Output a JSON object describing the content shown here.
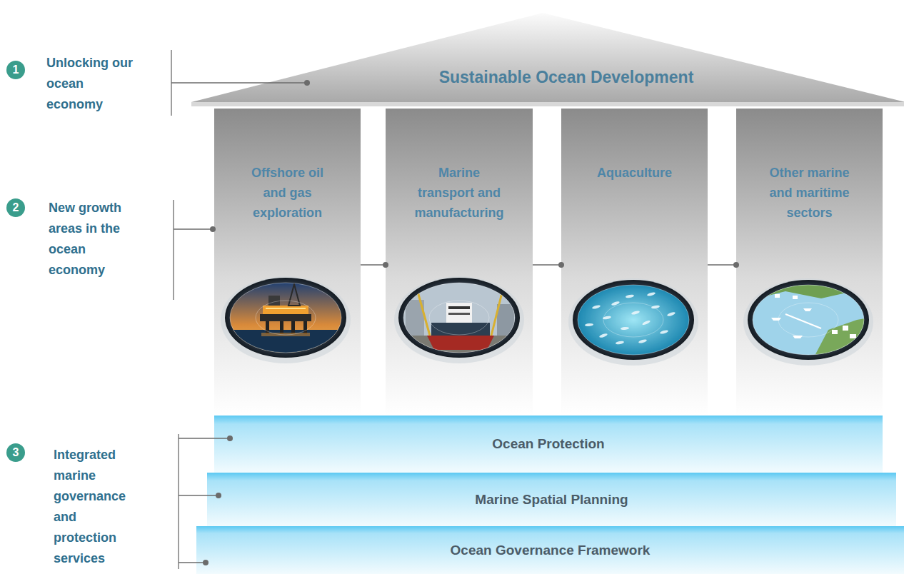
{
  "diagram": {
    "nodes": [
      {
        "text": [
          "1",
          "Unlocking our ocean economy"
        ]
      },
      {
        "text": [
          "Sustainable Ocean Development"
        ]
      },
      {
        "text": [
          "2",
          "New growth areas in the ocean economy"
        ]
      },
      {
        "text": [
          "Offshore oil and gas exploration"
        ]
      },
      {
        "text": [
          "Marine transport and manufacturing"
        ]
      },
      {
        "text": [
          "Aquaculture"
        ]
      },
      {
        "text": [
          "Other marine and maritime sectors"
        ]
      },
      {
        "text": [
          "3",
          "Integrated marine governance and protection services"
        ]
      },
      {
        "text": [
          "Ocean Protection"
        ]
      },
      {
        "text": [
          "Marine Spatial Planning"
        ]
      },
      {
        "text": [
          "Ocean Governance Framework"
        ]
      }
    ],
    "edges": [
      {
        "from": 0,
        "to": 1,
        "arrow": "none"
      },
      {
        "from": 2,
        "to": 3,
        "arrow": "none"
      },
      {
        "from": 3,
        "to": 4,
        "arrow": "none"
      },
      {
        "from": 4,
        "to": 5,
        "arrow": "none"
      },
      {
        "from": 5,
        "to": 6,
        "arrow": "none"
      },
      {
        "from": 7,
        "to": 8,
        "arrow": "none"
      },
      {
        "from": 7,
        "to": 9,
        "arrow": "none"
      },
      {
        "from": 7,
        "to": 10,
        "arrow": "none"
      }
    ]
  }
}
